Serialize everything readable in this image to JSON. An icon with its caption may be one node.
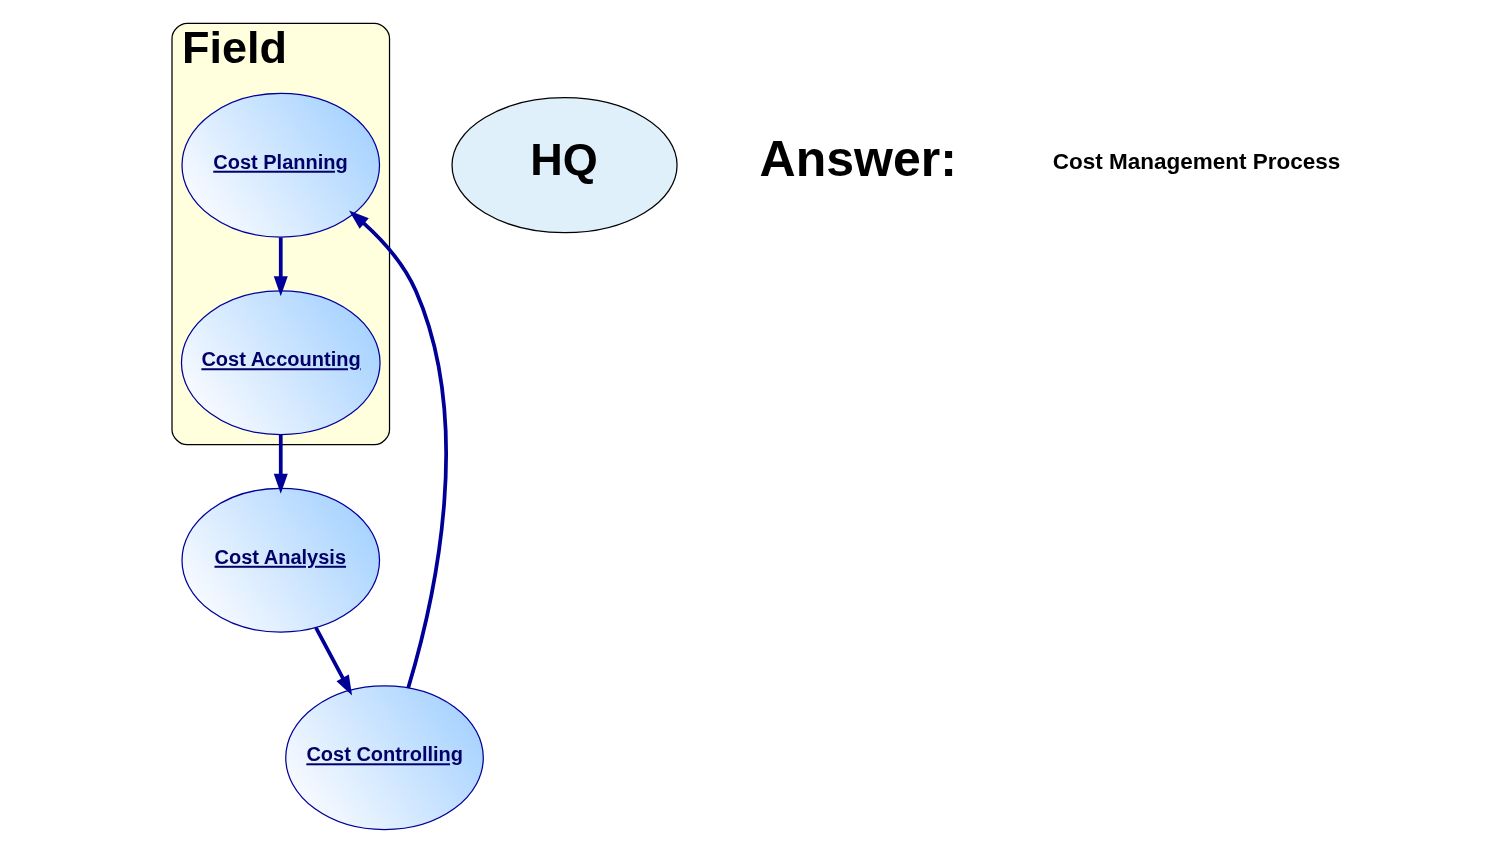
{
  "diagram": {
    "nodes": [
      {
        "text": [
          "Field"
        ]
      },
      {
        "text": [
          "Cost Accounting"
        ],
        "in": 0
      },
      {
        "text": [
          "HQ"
        ]
      },
      {
        "text": [
          "Cost Planning"
        ],
        "in": 0
      },
      {
        "text": [
          "Cost Analysis"
        ]
      },
      {
        "text": [
          "Cost Controlling"
        ]
      }
    ],
    "edges": [
      {
        "from": 3,
        "to": 1,
        "arrow": "to"
      },
      {
        "from": 1,
        "to": 4,
        "arrow": "to"
      },
      {
        "from": 4,
        "to": 5,
        "arrow": "to"
      },
      {
        "from": 5,
        "to": 3,
        "arrow": "to"
      }
    ],
    "labels": [
      "Answer:",
      "Cost Management Process"
    ]
  }
}
